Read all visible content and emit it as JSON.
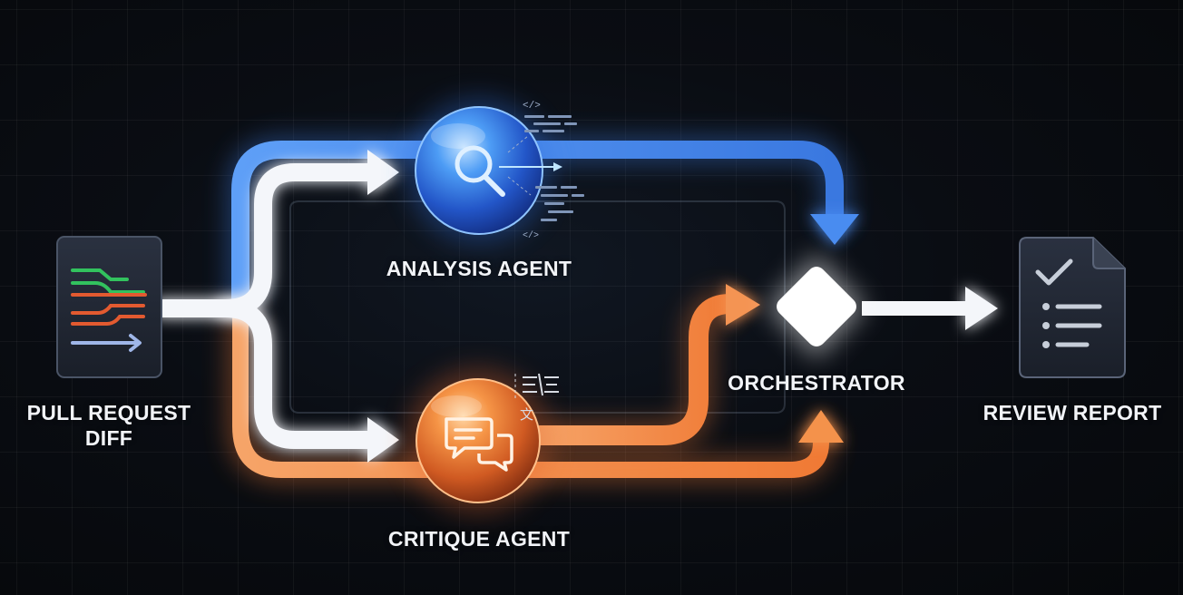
{
  "nodes": {
    "input": {
      "label_line1": "PULL REQUEST",
      "label_line2": "DIFF",
      "icon": "diff-document-icon"
    },
    "analysis": {
      "label": "ANALYSIS AGENT",
      "icon": "magnifier-icon",
      "code_tag": "</>"
    },
    "critique": {
      "label": "CRITIQUE AGENT",
      "icon": "chat-bubbles-icon",
      "translate_glyph": "文"
    },
    "orchestrator": {
      "label": "ORCHESTRATOR",
      "icon": "diamond-icon"
    },
    "report": {
      "label": "REVIEW REPORT",
      "icon": "checklist-document-icon"
    }
  },
  "colors": {
    "background": "#07090d",
    "analysis_blue": "#3d7fe6",
    "critique_orange": "#f07a35",
    "flow_white": "#f4f6fa",
    "diff_green": "#32c25e",
    "diff_red": "#e35a30",
    "diff_blue": "#9fb6e8"
  }
}
